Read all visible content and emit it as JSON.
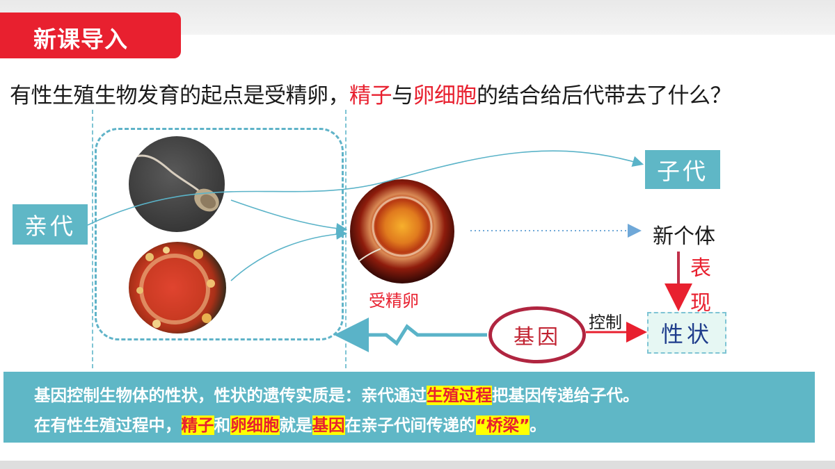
{
  "section": {
    "title": "新课导入"
  },
  "question": {
    "part1": "有性生殖生物发育的起点是受精卵，",
    "sperm": "精子",
    "and": "与",
    "egg": "卵细胞",
    "part2": "的结合给后代带去了什么？"
  },
  "diagram": {
    "parent": "亲代",
    "child": "子代",
    "new_individual": "新个体",
    "zygote": "受精卵",
    "express": "表现",
    "control": "控制",
    "gene": "基因",
    "trait": "性状"
  },
  "summary": {
    "line1_a": "基因控制生物体的性状，性状的遗传实质是：亲代通过",
    "line1_hl": "生殖过程",
    "line1_b": "把基因传递给子代。",
    "line2_a": "在有性生殖过程中，",
    "line2_sperm": "精子",
    "line2_and": "和",
    "line2_egg": "卵细胞",
    "line2_b": "就是",
    "line2_gene": "基因",
    "line2_c": "在亲子代间传递的",
    "line2_bridge": "“桥梁”",
    "line2_end": "。"
  },
  "colors": {
    "accent_red": "#e8202f",
    "teal": "#5fb7c6",
    "highlight_yellow": "#ffff00",
    "trait_blue": "#1f3d8c"
  }
}
